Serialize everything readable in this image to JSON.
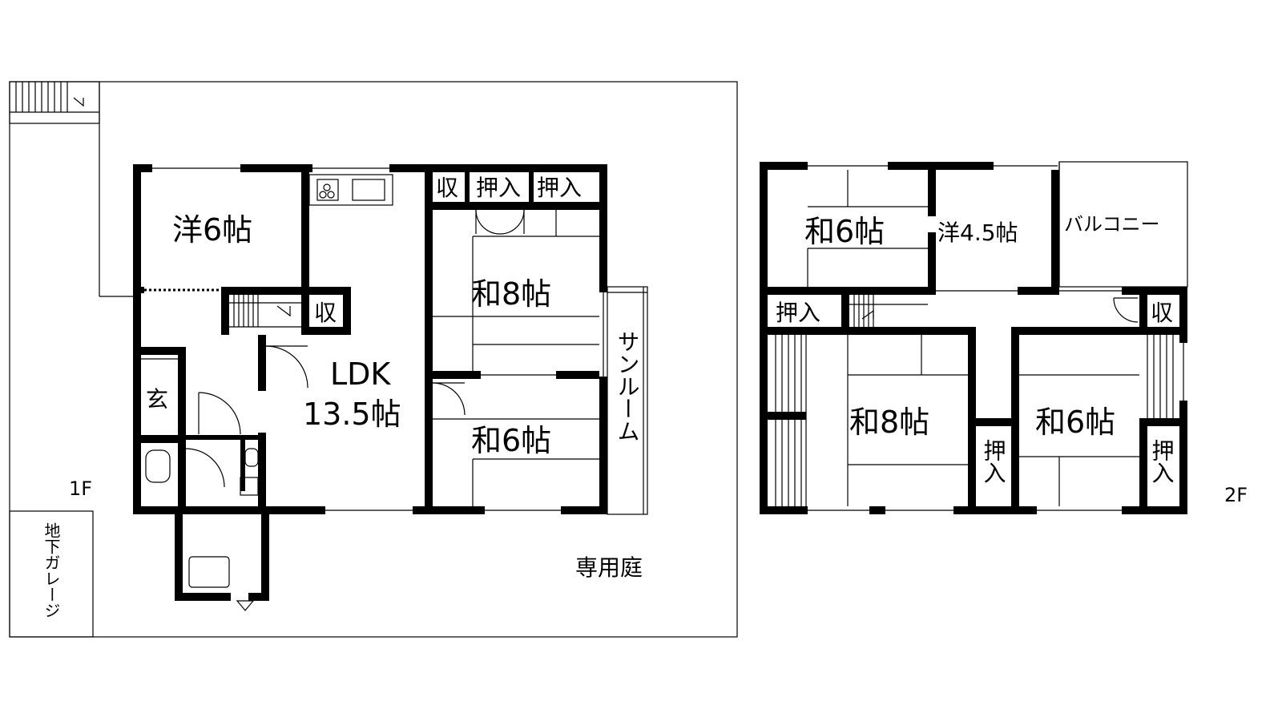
{
  "floor1": {
    "label": "1F",
    "rooms": {
      "western_6": "洋6帖",
      "japanese_8": "和8帖",
      "japanese_6": "和6帖",
      "ldk_line1": "LDK",
      "ldk_line2": "13.5帖",
      "entrance": "玄",
      "storage_top": "収",
      "storage_stair": "収",
      "closet_a": "押入",
      "closet_b": "押入",
      "sunroom": "サンルーム",
      "garden": "専用庭",
      "garage": "地下ガレージ"
    }
  },
  "floor2": {
    "label": "2F",
    "rooms": {
      "japanese_6_top": "和6帖",
      "western_4_5": "洋4.5帖",
      "balcony": "バルコニー",
      "closet_left": "押入",
      "storage_right": "収",
      "japanese_8": "和8帖",
      "japanese_6_bottom": "和6帖",
      "closet_mid": "押入",
      "closet_right": "押入"
    }
  }
}
